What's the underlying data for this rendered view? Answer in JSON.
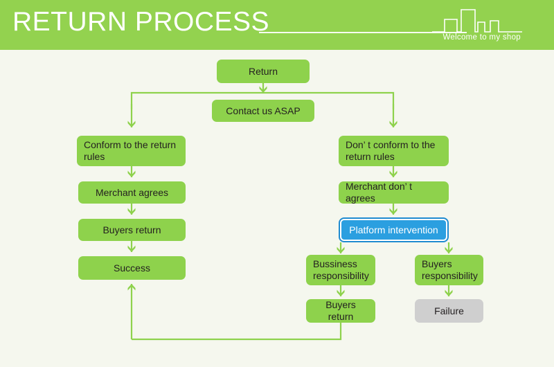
{
  "header": {
    "title": "RETURN PROCESS",
    "tagline": "Welcome to my shop",
    "icons": {
      "skyline": "city-skyline-icon",
      "divider": "horizontal-rule"
    },
    "colors": {
      "banner_green": "#93d24f",
      "title_text": "#ffffff"
    }
  },
  "diagram": {
    "title": "Return process flowchart",
    "colors": {
      "node_green": "#8ed24c",
      "node_gray": "#cfcfcf",
      "node_blue": "#2b9fe0",
      "connector_green": "#8ed24c",
      "background": "#f5f7ee",
      "node_text": "#231f20",
      "blue_node_text": "#ffffff"
    },
    "nodes": [
      {
        "id": "return",
        "label": "Return",
        "style": "green",
        "align": "center"
      },
      {
        "id": "contact",
        "label": "Contact us ASAP",
        "style": "green",
        "align": "center"
      },
      {
        "id": "conform",
        "label": "Conform to the return rules",
        "style": "green",
        "align": "left"
      },
      {
        "id": "merchant-agrees",
        "label": "Merchant agrees",
        "style": "green",
        "align": "center"
      },
      {
        "id": "buyers-return-left",
        "label": "Buyers return",
        "style": "green",
        "align": "center"
      },
      {
        "id": "success",
        "label": "Success",
        "style": "green",
        "align": "center"
      },
      {
        "id": "not-conform",
        "label": "Don’ t conform to the return rules",
        "style": "green",
        "align": "left"
      },
      {
        "id": "merchant-disagrees",
        "label": "Merchant don’ t agrees",
        "style": "green",
        "align": "left"
      },
      {
        "id": "platform",
        "label": "Platform intervention",
        "style": "blue",
        "align": "center"
      },
      {
        "id": "business-resp",
        "label": "Bussiness responsibility",
        "style": "green",
        "align": "left"
      },
      {
        "id": "buyers-resp",
        "label": "Buyers responsibility",
        "style": "green",
        "align": "left"
      },
      {
        "id": "buyers-return-right",
        "label": "Buyers return",
        "style": "green",
        "align": "center"
      },
      {
        "id": "failure",
        "label": "Failure",
        "style": "gray",
        "align": "center"
      }
    ],
    "edges": [
      {
        "from": "return",
        "to": "contact",
        "type": "straight-down"
      },
      {
        "from": "contact",
        "to": "conform",
        "type": "split-left"
      },
      {
        "from": "contact",
        "to": "not-conform",
        "type": "split-right"
      },
      {
        "from": "conform",
        "to": "merchant-agrees",
        "type": "straight-down"
      },
      {
        "from": "merchant-agrees",
        "to": "buyers-return-left",
        "type": "straight-down"
      },
      {
        "from": "buyers-return-left",
        "to": "success",
        "type": "straight-down"
      },
      {
        "from": "not-conform",
        "to": "merchant-disagrees",
        "type": "straight-down"
      },
      {
        "from": "merchant-disagrees",
        "to": "platform",
        "type": "straight-down"
      },
      {
        "from": "platform",
        "to": "business-resp",
        "type": "straight-down"
      },
      {
        "from": "platform",
        "to": "buyers-resp",
        "type": "straight-down"
      },
      {
        "from": "business-resp",
        "to": "buyers-return-right",
        "type": "straight-down"
      },
      {
        "from": "buyers-resp",
        "to": "failure",
        "type": "straight-down"
      },
      {
        "from": "buyers-return-right",
        "to": "success",
        "type": "loop-back-up"
      }
    ]
  }
}
